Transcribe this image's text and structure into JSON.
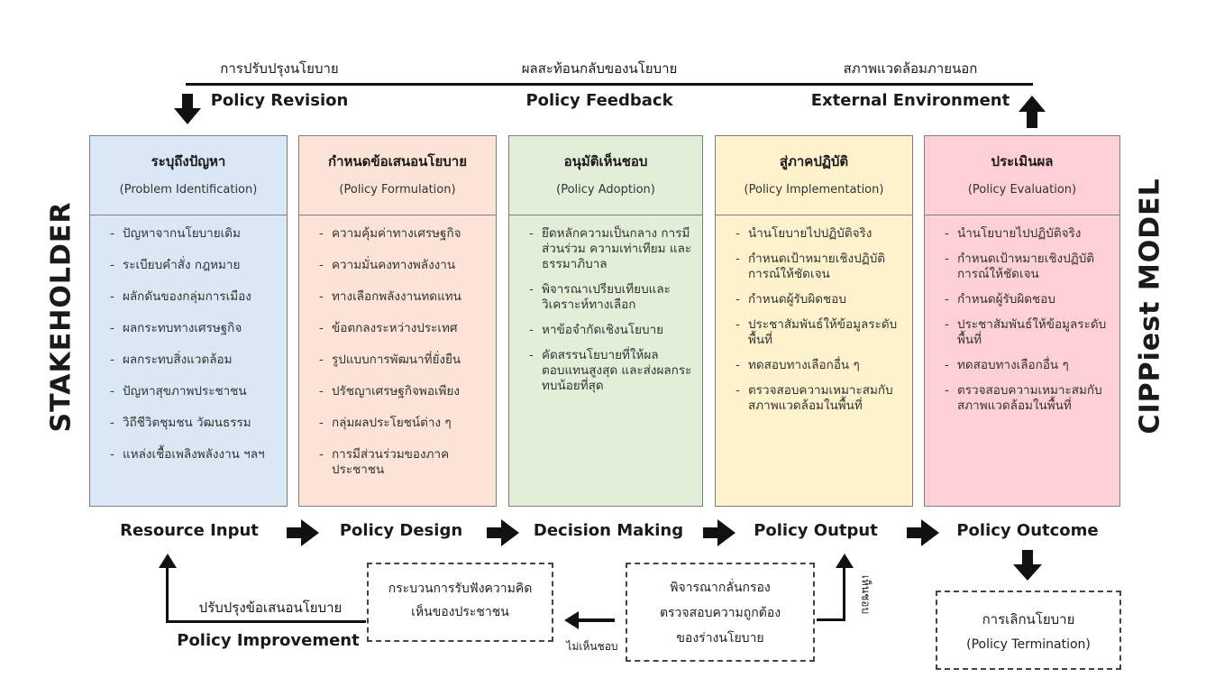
{
  "top": {
    "revision_th": "การปรับปรุงนโยบาย",
    "revision_en": "Policy Revision",
    "feedback_th": "ผลสะท้อนกลับของนโยบาย",
    "feedback_en": "Policy Feedback",
    "environment_th": "สภาพแวดล้อมภายนอก",
    "environment_en": "External Environment"
  },
  "side": {
    "left": "STAKEHOLDER",
    "right": "CIPPiest MODEL"
  },
  "boxes": [
    {
      "title_th": "ระบุถึงปัญหา",
      "title_en": "(Problem Identification)",
      "color": "#dae8f5",
      "items": [
        "ปัญหาจากนโยบายเดิม",
        "ระเบียบคำสั่ง กฎหมาย",
        "ผลักดันของกลุ่มการเมือง",
        "ผลกระทบทางเศรษฐกิจ",
        "ผลกระทบสิ่งแวดล้อม",
        "ปัญหาสุขภาพประชาชน",
        "วิถีชีวิตชุมชน วัฒนธรรม",
        "แหล่งเชื้อเพลิงพลังงาน ฯลฯ"
      ]
    },
    {
      "title_th": "กำหนดข้อเสนอนโยบาย",
      "title_en": "(Policy Formulation)",
      "color": "#fbe3d5",
      "items": [
        "ความคุ้มค่าทางเศรษฐกิจ",
        "ความมั่นคงทางพลังงาน",
        "ทางเลือกพลังงานทดแทน",
        "ข้อตกลงระหว่างประเทศ",
        "รูปแบบการพัฒนาที่ยั่งยืน",
        "ปรัชญาเศรษฐกิจพอเพียง",
        "กลุ่มผลประโยชน์ต่าง ๆ",
        "การมีส่วนร่วมของภาคประชาชน"
      ]
    },
    {
      "title_th": "อนุมัติเห็นชอบ",
      "title_en": "(Policy Adoption)",
      "color": "#e3eed9",
      "items": [
        "ยึดหลักความเป็นกลาง การมีส่วนร่วม ความเท่าเทียม และธรรมาภิบาล",
        "พิจารณาเปรียบเทียบและวิเคราะห์ทางเลือก",
        "หาข้อจำกัดเชิงนโยบาย",
        "คัดสรรนโยบายที่ให้ผลตอบแทนสูงสุด และส่งผลกระทบน้อยที่สุด"
      ]
    },
    {
      "title_th": "สู่ภาคปฏิบัติ",
      "title_en": "(Policy Implementation)",
      "color": "#fef2cd",
      "items": [
        "นำนโยบายไปปฏิบัติจริง",
        "กำหนดเป้าหมายเชิงปฏิบัติการณ์ให้ชัดเจน",
        "กำหนดผู้รับผิดชอบ",
        "ประชาสัมพันธ์ให้ข้อมูลระดับพื้นที่",
        "ทดสอบทางเลือกอื่น ๆ",
        "ตรวจสอบความเหมาะสมกับสภาพแวดล้อมในพื้นที่"
      ]
    },
    {
      "title_th": "ประเมินผล",
      "title_en": "(Policy Evaluation)",
      "color": "#fdd0d5",
      "items": [
        "นำนโยบายไปปฏิบัติจริง",
        "กำหนดเป้าหมายเชิงปฏิบัติการณ์ให้ชัดเจน",
        "กำหนดผู้รับผิดชอบ",
        "ประชาสัมพันธ์ให้ข้อมูลระดับพื้นที่",
        "ทดสอบทางเลือกอื่น ๆ",
        "ตรวจสอบความเหมาะสมกับสภาพแวดล้อมในพื้นที่"
      ]
    }
  ],
  "stages": [
    "Resource Input",
    "Policy Design",
    "Decision Making",
    "Policy Output",
    "Policy Outcome"
  ],
  "bottom": {
    "improvement_th": "ปรับปรุงข้อเสนอนโยบาย",
    "improvement_en": "Policy Improvement",
    "hearing": "กระบวนการรับฟังความคิดเห็นของประชาชน",
    "screening_1": "พิจารณากลั่นกรอง",
    "screening_2": "ตรวจสอบความถูกต้อง",
    "screening_3": "ของร่างนโยบาย",
    "not_agree": "ไม่เห็นชอบ",
    "agree": "เห็นชอบ",
    "termination_th": "การเลิกนโยบาย",
    "termination_en": "(Policy Termination)"
  }
}
